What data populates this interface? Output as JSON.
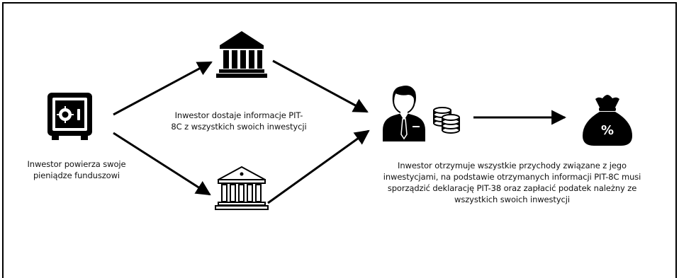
{
  "captions": {
    "safe": "Inwestor powierza swoje\npieniądze funduszowi",
    "pit_info": "Inwestor dostaje informacje PIT-\n8C z wszystkich swoich inwestycji",
    "investor": "Inwestor otrzymuje wszystkie przychody związane z jego\ninwestycjami, na podstawie otrzymanych informacji PIT-8C musi\nsporządzić deklarację PIT-38 oraz zapłacić podatek należny ze\nwszystkich swoich inwestycji"
  },
  "icons": [
    "safe-icon",
    "bank-icon",
    "bank-outline-icon",
    "investor-icon",
    "coins-icon",
    "tax-bag-icon"
  ],
  "tax_bag_symbol": "%",
  "colors": {
    "ink": "#000000",
    "background": "#ffffff"
  }
}
